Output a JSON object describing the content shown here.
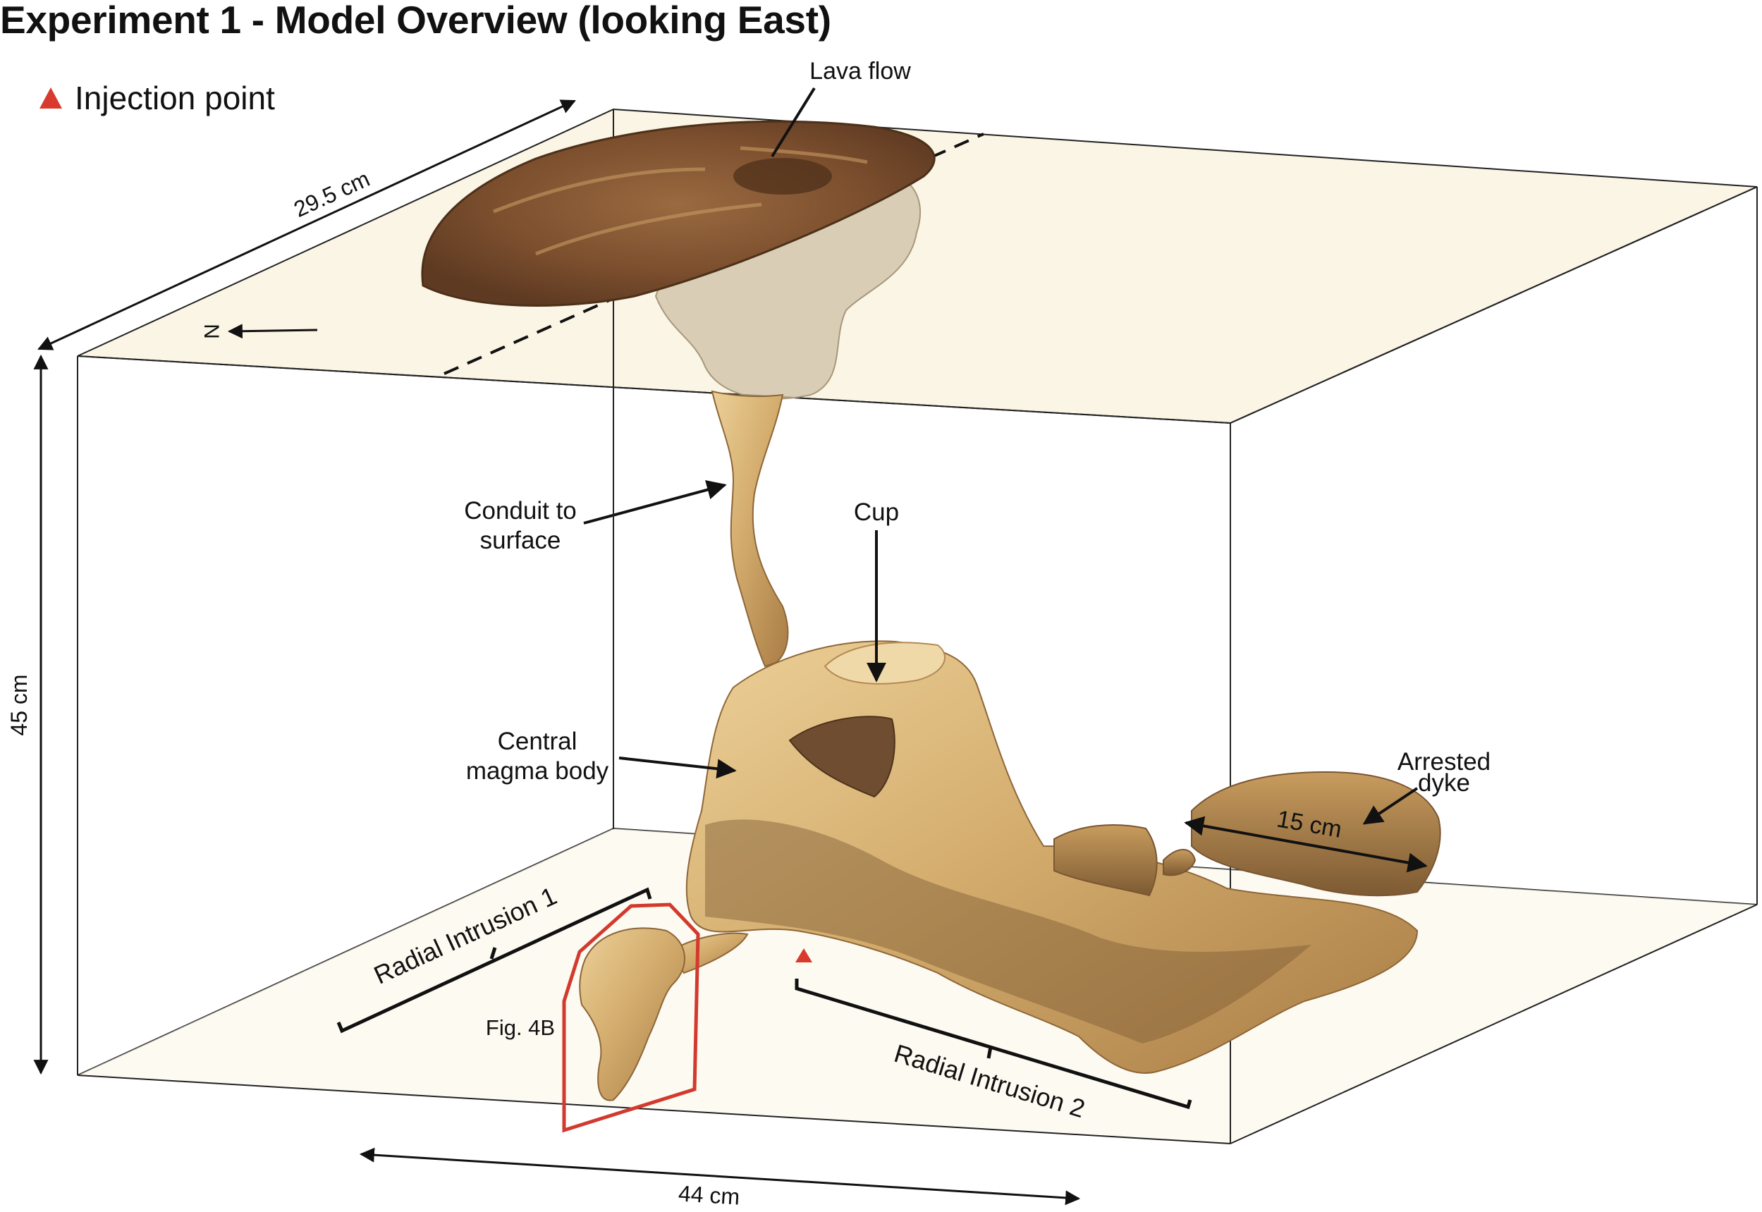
{
  "title": "Experiment 1 - Model Overview (looking East)",
  "legend": {
    "symbol": "red-triangle-icon",
    "label": "Injection point",
    "color": "#d83a2e"
  },
  "labels": {
    "lava_flow": "Lava flow",
    "conduit_line1": "Conduit to",
    "conduit_line2": "surface",
    "cup": "Cup",
    "central_line1": "Central",
    "central_line2": "magma body",
    "arrested_line1": "Arrested",
    "arrested_line2": "dyke",
    "radial_1": "Radial Intrusion 1",
    "radial_2": "Radial Intrusion 2",
    "fig_ref": "Fig. 4B",
    "north": "N"
  },
  "dimensions": {
    "depth": "29.5 cm",
    "height": "45 cm",
    "width": "44 cm",
    "dyke": "15 cm"
  },
  "colors": {
    "box_top": "#fbf5e6",
    "lava": "#8a5a36",
    "intrusion": "#d9b476",
    "highlight_frame": "#d23a2e"
  }
}
